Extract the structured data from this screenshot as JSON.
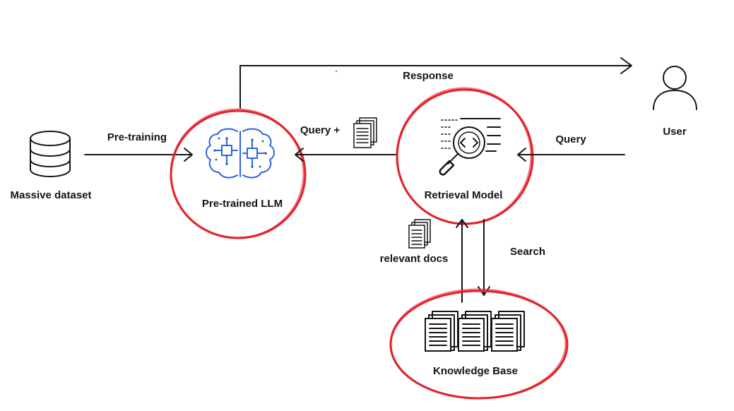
{
  "labels": {
    "massive_dataset": "Massive dataset",
    "pre_training": "Pre-training",
    "pretrained_llm": "Pre-trained LLM",
    "query_plus": "Query +",
    "retrieval_model": "Retrieval Model",
    "query": "Query",
    "user": "User",
    "response": "Response",
    "relevant_docs": "relevant docs",
    "search": "Search",
    "knowledge_base": "Knowledge Base"
  },
  "colors": {
    "ring": "#e3222b",
    "ink": "#141414",
    "brain": "#2a66e0"
  },
  "icons": {
    "dataset": "database-icon",
    "brain": "brain-chip-icon",
    "retrieval": "magnifier-code-icon",
    "user": "user-icon",
    "docs": "document-stack-icon"
  }
}
